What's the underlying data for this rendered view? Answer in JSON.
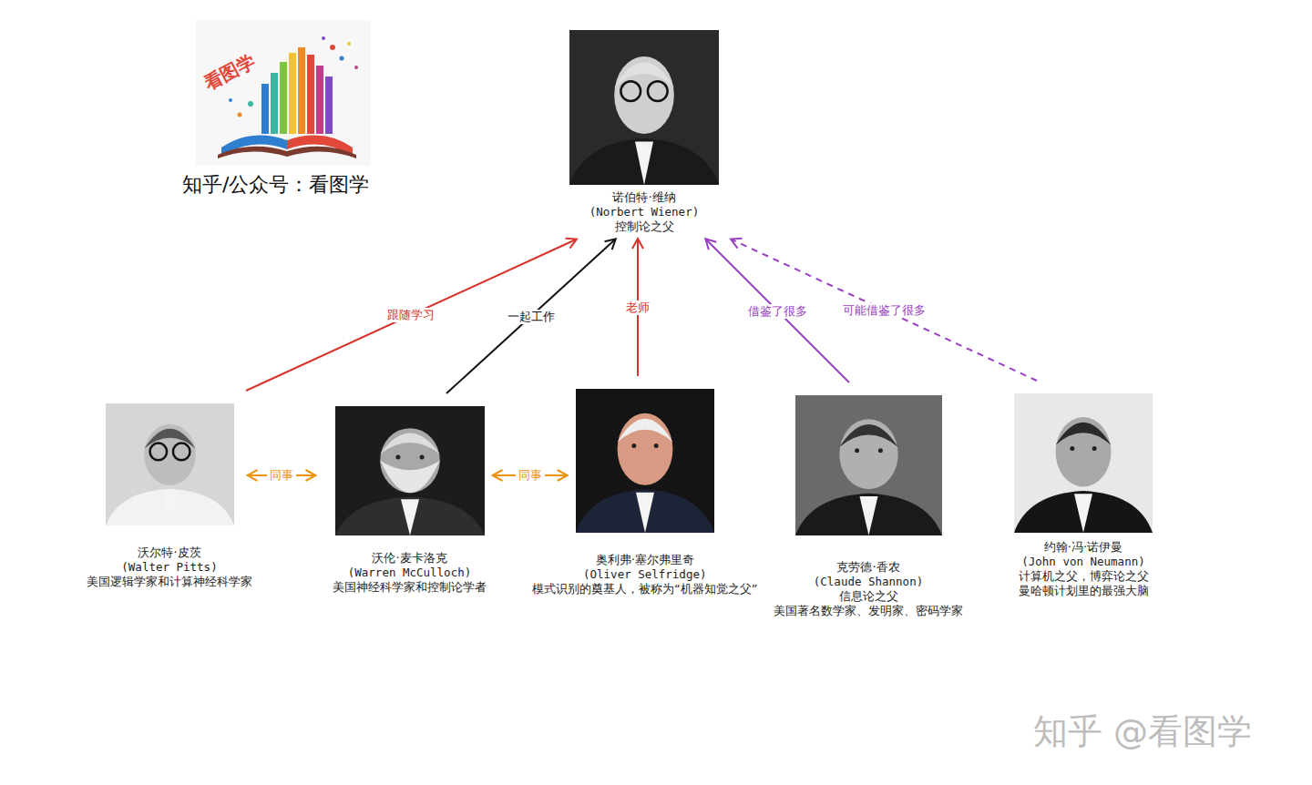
{
  "diagram": {
    "nodes": [
      {
        "text": [
          "诺伯特·维纳",
          "(Norbert Wiener)",
          "控制论之父"
        ]
      },
      {
        "text": [
          "沃尔特·皮茨",
          "(Walter Pitts)",
          "美国逻辑学家和计算神经科学家"
        ]
      },
      {
        "text": [
          "沃伦·麦卡洛克",
          "(Warren McCulloch)",
          "美国神经科学家和控制论学者"
        ]
      },
      {
        "text": [
          "奥利弗·塞尔弗里奇",
          "(Oliver Selfridge)",
          "模式识别的奠基人，被称为“机器知觉之父”"
        ]
      },
      {
        "text": [
          "克劳德·香农",
          "(Claude Shannon)",
          "信息论之父",
          "美国著名数学家、发明家、密码学家"
        ]
      },
      {
        "text": [
          "约翰·冯·诺伊曼",
          "(John von Neumann)",
          "计算机之父，博弈论之父",
          "曼哈顿计划里的最强大脑"
        ]
      }
    ],
    "edges": [
      {
        "from": 1,
        "to": 0,
        "label": "跟随学习",
        "arrow": "to"
      },
      {
        "from": 2,
        "to": 0,
        "label": "一起工作",
        "arrow": "to"
      },
      {
        "from": 3,
        "to": 0,
        "label": "老师",
        "arrow": "to"
      },
      {
        "from": 4,
        "to": 0,
        "label": "借鉴了很多",
        "arrow": "to"
      },
      {
        "from": 5,
        "to": 0,
        "label": "可能借鉴了很多",
        "arrow": "to"
      },
      {
        "from": 1,
        "to": 2,
        "label": "同事",
        "arrow": "both"
      },
      {
        "from": 2,
        "to": 3,
        "label": "同事",
        "arrow": "both"
      }
    ],
    "labels": [
      "看图学",
      "知乎/公众号：看图学",
      "知乎 @看图学"
    ]
  }
}
